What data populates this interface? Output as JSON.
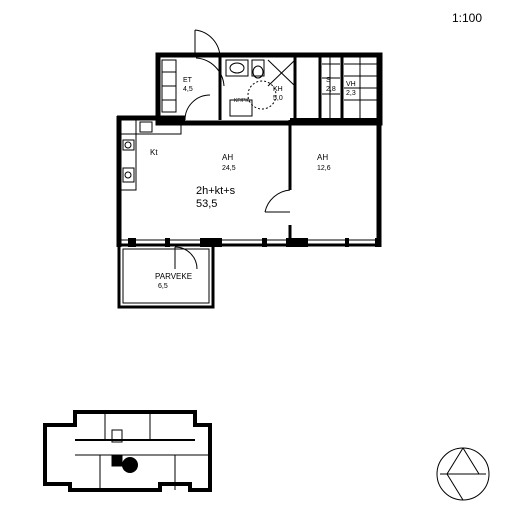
{
  "scale": "1:100",
  "apartment": {
    "type": "2h+kt+s",
    "area": "53,5"
  },
  "rooms": [
    {
      "code": "ET",
      "area": "4,5"
    },
    {
      "code": "KH",
      "area": "5,0"
    },
    {
      "code": "S",
      "area": "2,8"
    },
    {
      "code": "VH",
      "area": "2,3"
    },
    {
      "code": "Kt",
      "area": ""
    },
    {
      "code": "AH",
      "area": "24,5"
    },
    {
      "code": "AH",
      "area": "12,6"
    },
    {
      "code": "PARVEKE",
      "area": "6,5"
    }
  ],
  "appliances": {
    "laundry_label": "KP/PK"
  }
}
